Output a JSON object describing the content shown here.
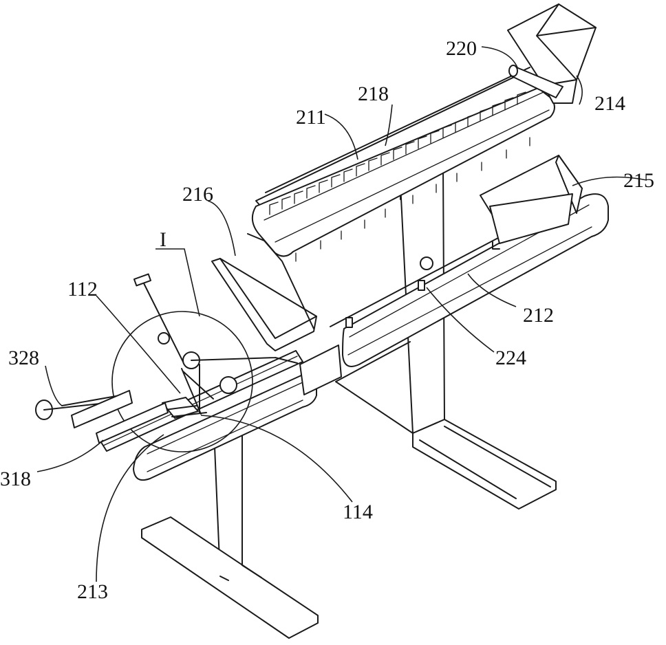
{
  "labels": {
    "l211": "211",
    "l212": "212",
    "l213": "213",
    "l214": "214",
    "l215": "215",
    "l216": "216",
    "l218": "218",
    "l220": "220",
    "l224": "224",
    "l112": "112",
    "l114": "114",
    "l318": "318",
    "l328": "328",
    "lI": "I"
  }
}
